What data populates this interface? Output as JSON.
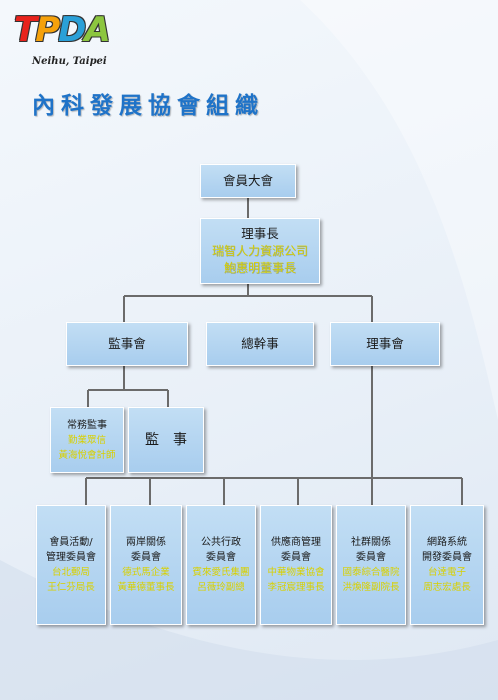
{
  "logo": {
    "letters": [
      {
        "char": "T",
        "color": "#e8231c"
      },
      {
        "char": "P",
        "color": "#f5a10b"
      },
      {
        "char": "D",
        "color": "#2aa0d8"
      },
      {
        "char": "A",
        "color": "#8cc63f"
      }
    ],
    "subtitle": "Neihu, Taipei"
  },
  "title": "內科發展協會組織",
  "nodes": {
    "assembly": "會員大會",
    "chairman": {
      "role": "理事長",
      "org": "瑞智人力資源公司",
      "person": "鮑惠明董事長"
    },
    "supervisors_board": "監事會",
    "secretary_general": "總幹事",
    "directors_board": "理事會",
    "standing_supervisor": {
      "role": "常務監事",
      "org": "勤業眾信",
      "person": "黃海悅會計師"
    },
    "supervisor": "監　事",
    "committees": [
      {
        "title_1": "會員活動/",
        "title_2": "管理委員會",
        "org": "台北郵局",
        "person": "王仁芬局長"
      },
      {
        "title_1": "兩岸關係",
        "title_2": "委員會",
        "org": "德式馬企業",
        "person": "黃華德董事長"
      },
      {
        "title_1": "公共行政",
        "title_2": "委員會",
        "org": "賓來愛氏集團",
        "person": "呂薇玲副總"
      },
      {
        "title_1": "供應商管理",
        "title_2": "委員會",
        "org": "中華物業協會",
        "person": "李冠宸理事長"
      },
      {
        "title_1": "社群關係",
        "title_2": "委員會",
        "org": "國泰綜合醫院",
        "person": "洪煥隆副院長"
      },
      {
        "title_1": "網路系統",
        "title_2": "開發委員會",
        "org": "台達電子",
        "person": "周志宏處長"
      }
    ]
  }
}
